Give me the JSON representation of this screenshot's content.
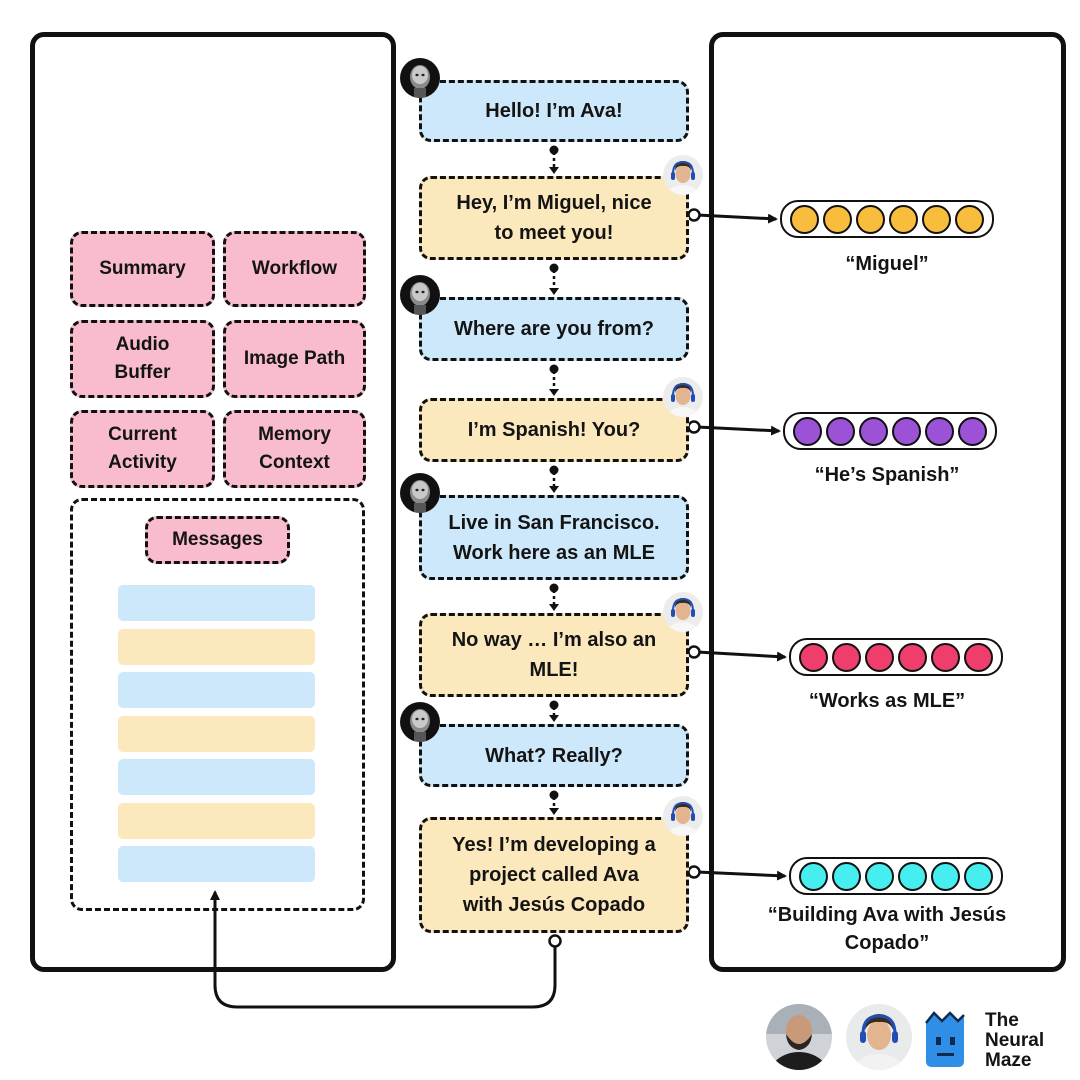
{
  "colors": {
    "state_pink": "#f8bccd",
    "ava_blue": "#cde8fa",
    "user_yellow": "#fbe9bd",
    "memory_orange": "#f9bd3d",
    "memory_purple": "#9b52d6",
    "memory_red": "#ef3e6c",
    "memory_cyan": "#46eef0"
  },
  "state_fields": [
    "Summary",
    "Workflow",
    "Audio\nBuffer",
    "Image Path",
    "Current\nActivity",
    "Memory\nContext"
  ],
  "messages_panel": {
    "title": "Messages",
    "bar_colors": [
      "blue",
      "yellow",
      "blue",
      "yellow",
      "blue",
      "yellow",
      "blue"
    ]
  },
  "conversation": [
    {
      "speaker": "Ava",
      "avatar": "robot-avatar-icon",
      "text": "Hello! I’m Ava!"
    },
    {
      "speaker": "Miguel",
      "avatar": "user-avatar-icon",
      "text": "Hey, I’m Miguel, nice\nto meet you!"
    },
    {
      "speaker": "Ava",
      "avatar": "robot-avatar-icon",
      "text": "Where are you from?"
    },
    {
      "speaker": "Miguel",
      "avatar": "user-avatar-icon",
      "text": "I’m Spanish! You?"
    },
    {
      "speaker": "Ava",
      "avatar": "robot-avatar-icon",
      "text": "Live in San Francisco.\nWork here as an MLE"
    },
    {
      "speaker": "Miguel",
      "avatar": "user-avatar-icon",
      "text": "No way … I’m also an\nMLE!"
    },
    {
      "speaker": "Ava",
      "avatar": "robot-avatar-icon",
      "text": "What? Really?"
    },
    {
      "speaker": "Miguel",
      "avatar": "user-avatar-icon",
      "text": "Yes! I’m developing a\nproject called Ava\nwith Jesús Copado"
    }
  ],
  "memories": [
    {
      "label": "“Miguel”",
      "color": "#f9bd3d",
      "cells": 6
    },
    {
      "label": "“He’s Spanish”",
      "color": "#9b52d6",
      "cells": 6
    },
    {
      "label": "“Works as MLE”",
      "color": "#ef3e6c",
      "cells": 6
    },
    {
      "label": "“Building Ava with Jesús\nCopado”",
      "color": "#46eef0",
      "cells": 6
    }
  ],
  "footer": {
    "brand": "The\nNeural\nMaze",
    "avatars": [
      "author-avatar-icon",
      "user-avatar-icon"
    ],
    "logo": "neural-maze-logo-icon"
  }
}
